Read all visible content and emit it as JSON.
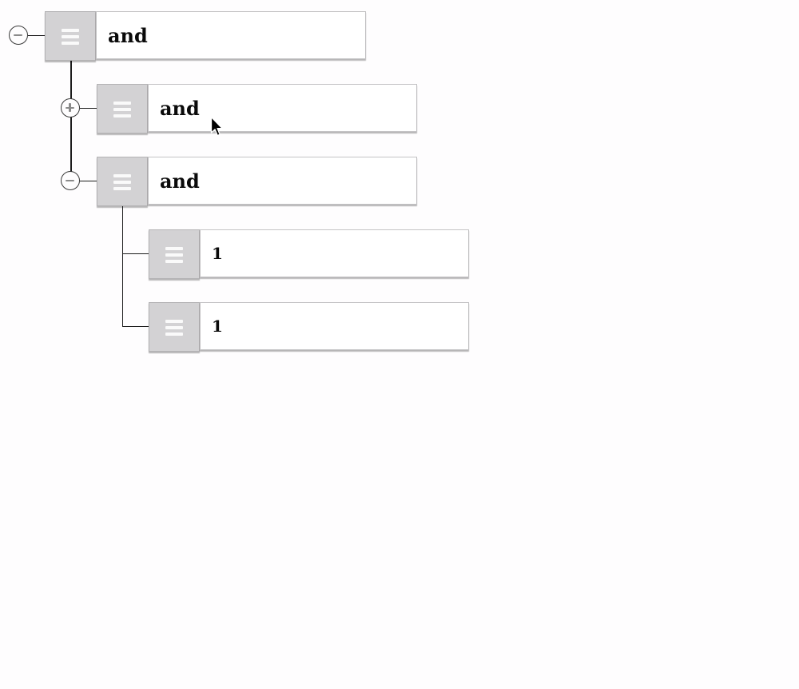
{
  "tree": {
    "root": {
      "label": "and",
      "toggle": "minus-icon",
      "children": [
        {
          "label": "and",
          "toggle": "plus-icon"
        },
        {
          "label": "and",
          "toggle": "minus-icon",
          "children": [
            {
              "label": "1"
            },
            {
              "label": "1"
            }
          ]
        }
      ]
    }
  },
  "icons": {
    "collapse": "minus-circle-icon",
    "expand": "plus-circle-icon",
    "drag_handle": "hamburger-menu-icon",
    "pointer": "mouse-cursor-icon"
  },
  "colors": {
    "background": "#fefdfe",
    "handle": "#d3d2d4",
    "field": "#ffffff",
    "connector": "#1c1c1c"
  }
}
